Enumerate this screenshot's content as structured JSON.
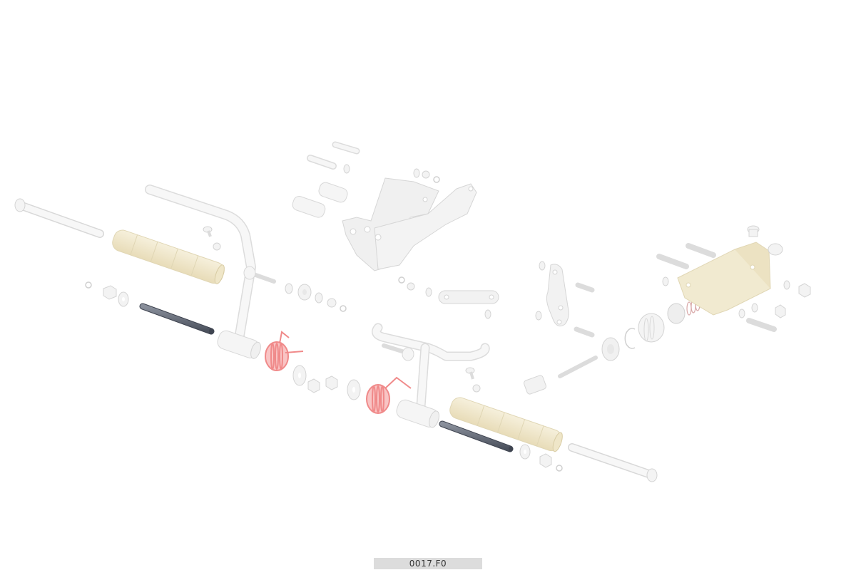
{
  "diagram": {
    "type": "exploded-parts-view",
    "figure_code": "0017.F0",
    "colors": {
      "background": "#ffffff",
      "ghost_part_fill": "#f3f3f3",
      "ghost_part_stroke": "#d4d4d4",
      "bushing_fill": "#f1ead0",
      "bushing_stroke": "#e0d6b4",
      "spring_color": "#f08a8a",
      "highlight_pin_fill": "#6e7480",
      "highlight_pin_stroke": "#3f4450",
      "label_bar_bg": "#dcdcdc",
      "label_text": "#333333"
    },
    "highlighted_parts": [
      {
        "name": "pivot-pin-left",
        "color": "#6e7480"
      },
      {
        "name": "pivot-pin-right",
        "color": "#6e7480"
      }
    ],
    "parts": [
      "long-bolt-left",
      "bushing-sleeve-left",
      "pivot-pin-left",
      "nut-left",
      "washer-left",
      "circlip-left",
      "pedal-lever-left",
      "return-spring-left",
      "mounting-bracket",
      "bracket-spacers",
      "clevis-pin-top",
      "linkage-arm",
      "pedal-lever-right",
      "return-spring-right",
      "bushing-sleeve-right",
      "pivot-pin-right",
      "long-bolt-right",
      "dogbone-link",
      "master-cylinder-body",
      "cylinder-piston",
      "cylinder-spring",
      "pushrod",
      "clevis-yoke",
      "bearing",
      "snap-ring"
    ]
  }
}
